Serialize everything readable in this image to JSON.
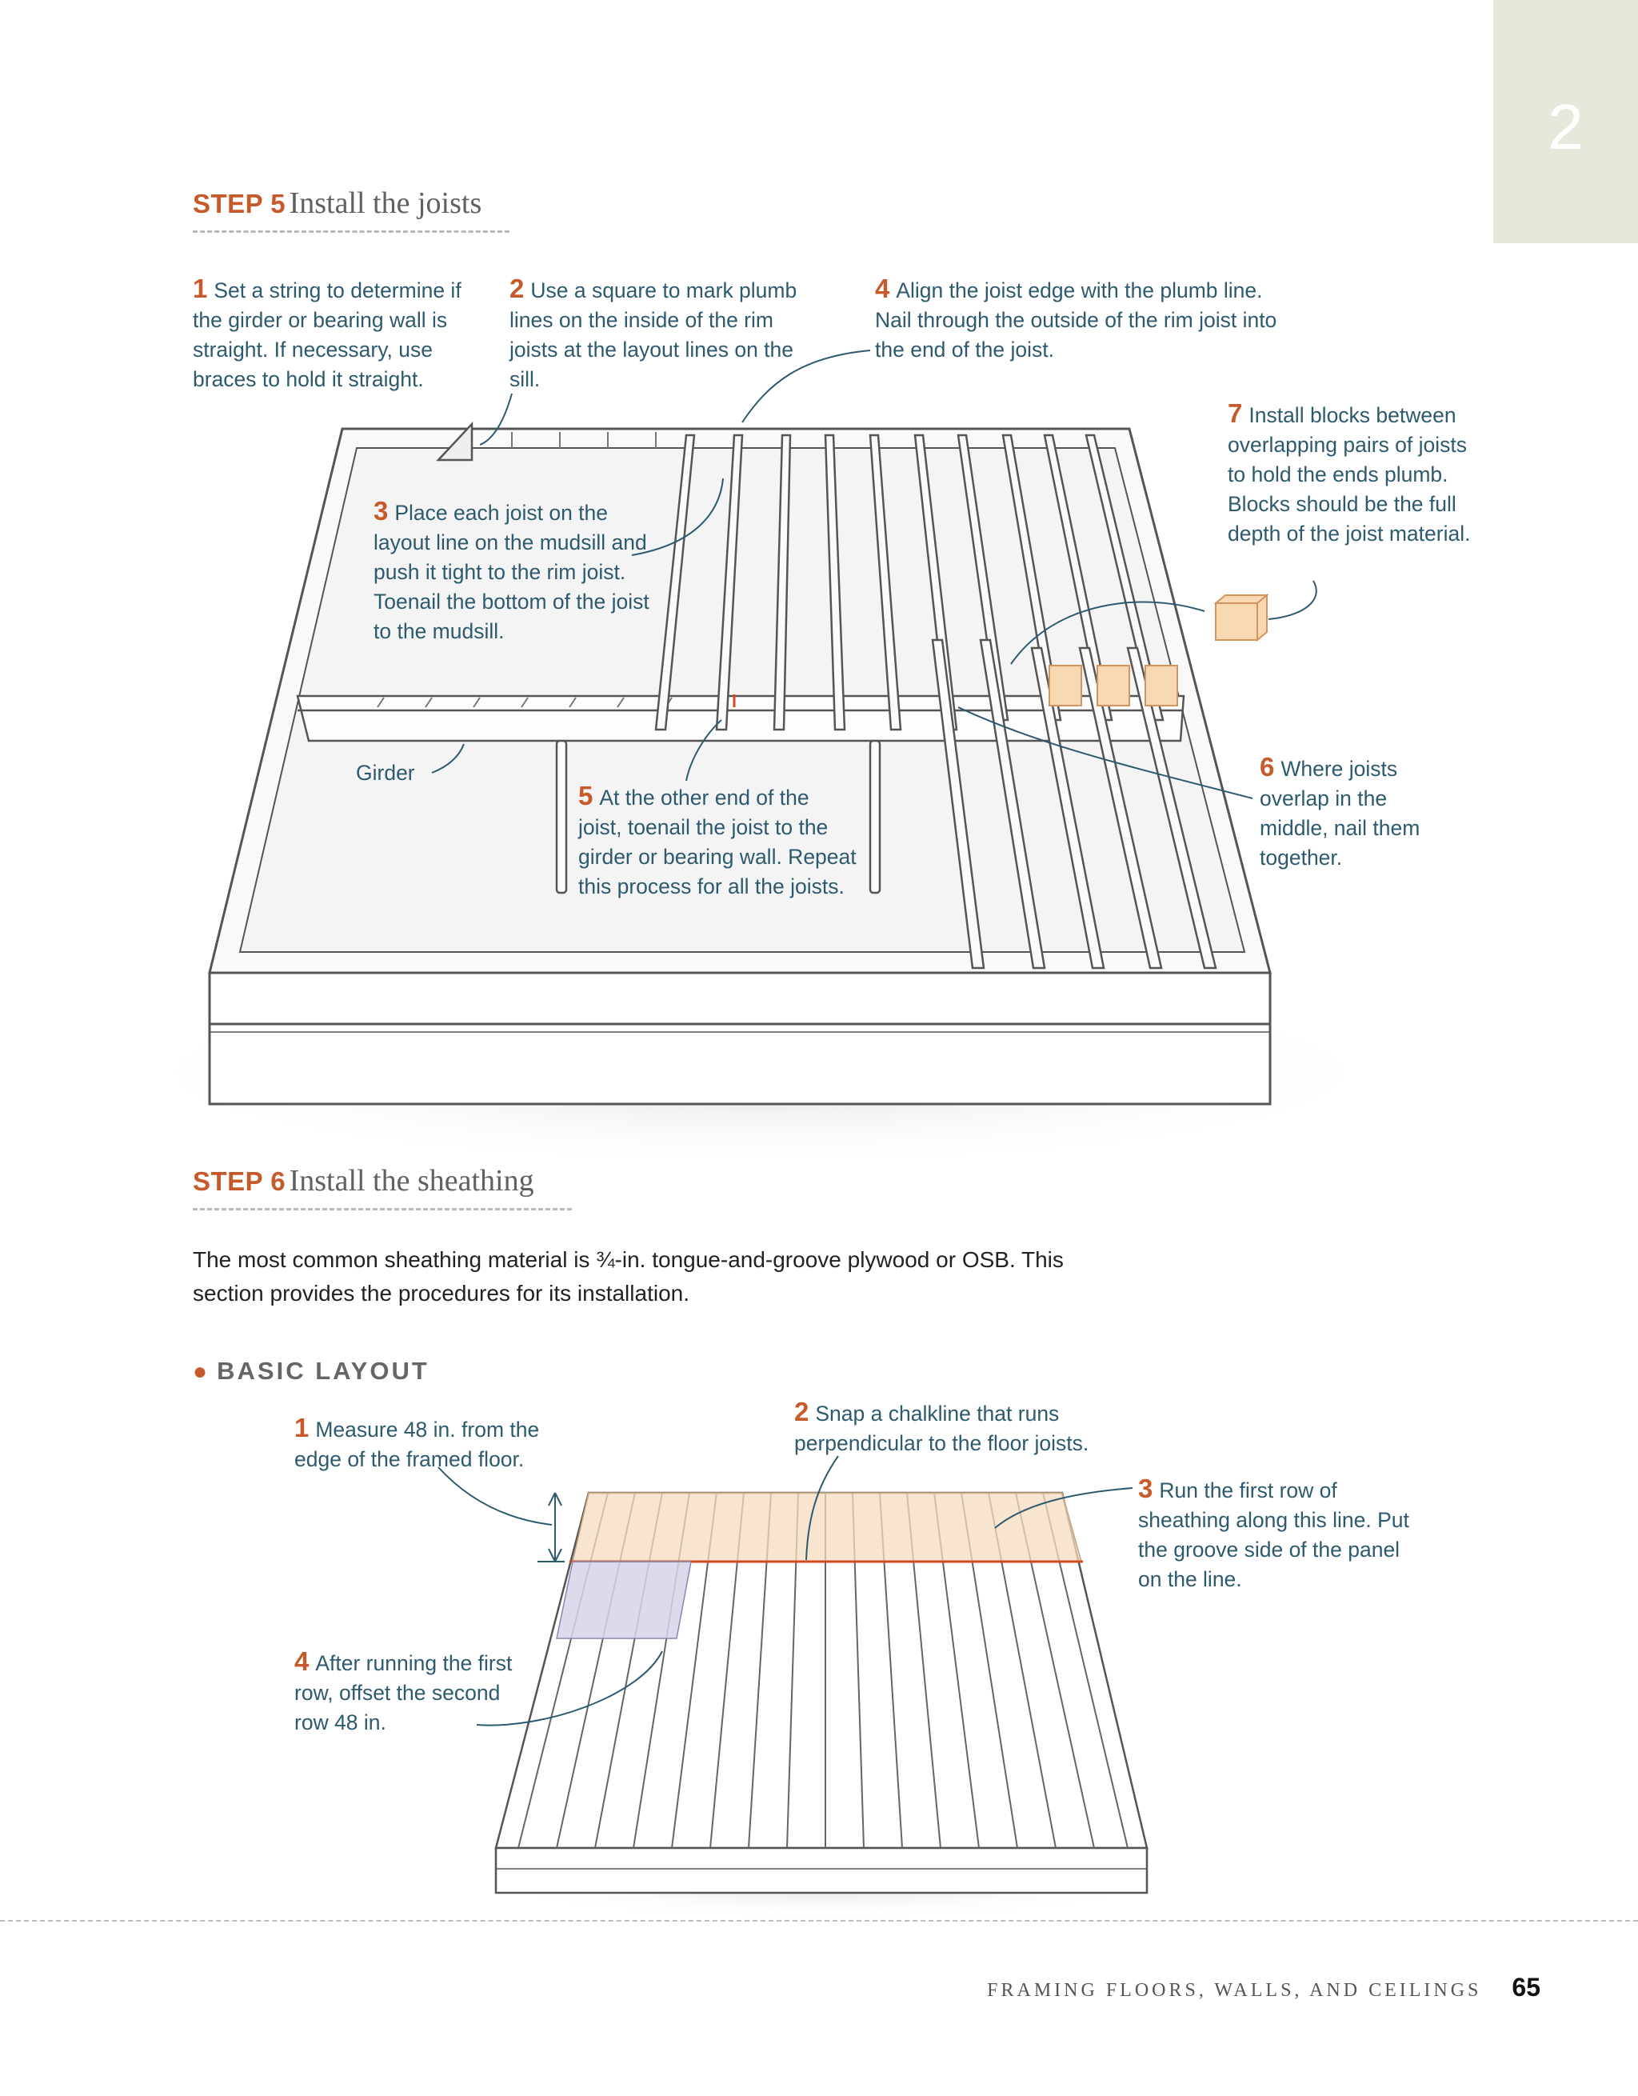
{
  "chapter_tab": {
    "number": "2"
  },
  "step5": {
    "step_label": "STEP 5",
    "title": "Install the joists",
    "notes": [
      {
        "num": "1",
        "text": "Set a string to determine if the girder or bearing wall is straight. If necessary, use braces to hold it straight."
      },
      {
        "num": "2",
        "text": "Use a square to mark plumb lines on the inside of the rim joists at the layout lines on the sill."
      },
      {
        "num": "4",
        "text": "Align the joist edge with the plumb line. Nail through the outside of the rim joist into the end of the joist."
      },
      {
        "num": "7",
        "text": "Install blocks between overlapping pairs of joists to hold the ends plumb. Blocks should be the full depth of the joist material."
      },
      {
        "num": "3",
        "text": "Place each joist on the layout line on the mudsill and push it tight to the rim joist. Toenail the bottom of the joist to the mudsill."
      },
      {
        "num": "6",
        "text": "Where joists overlap in the middle, nail them together."
      },
      {
        "num": "5",
        "text": "At the other end of the joist, toenail the joist to the girder or bearing wall. Repeat this process for all the joists."
      }
    ],
    "girder_label": "Girder"
  },
  "step6": {
    "step_label": "STEP 6",
    "title": "Install the sheathing",
    "intro": "The most common sheathing material is ¾-in. tongue-and-groove plywood or OSB. This section provides the procedures for its installation.",
    "basic_layout": {
      "heading": "BASIC LAYOUT",
      "notes": [
        {
          "num": "1",
          "text": "Measure 48 in. from the edge of the framed floor."
        },
        {
          "num": "2",
          "text": "Snap a chalkline that runs perpendicular to the floor joists."
        },
        {
          "num": "3",
          "text": "Run the first row of sheathing along this line. Put the groove side of the panel on the line."
        },
        {
          "num": "4",
          "text": "After running the first row, offset the second row 48 in."
        }
      ]
    }
  },
  "footer": {
    "chapter_title": "FRAMING FLOORS, WALLS, AND CEILINGS",
    "page_number": "65"
  },
  "colors": {
    "accent": "#c65a2a",
    "note_text": "#2d5a6e",
    "tab_bg": "#e7e8dc",
    "sheathing": "#f6dcc0",
    "offset_panel": "#d7d5e8"
  }
}
